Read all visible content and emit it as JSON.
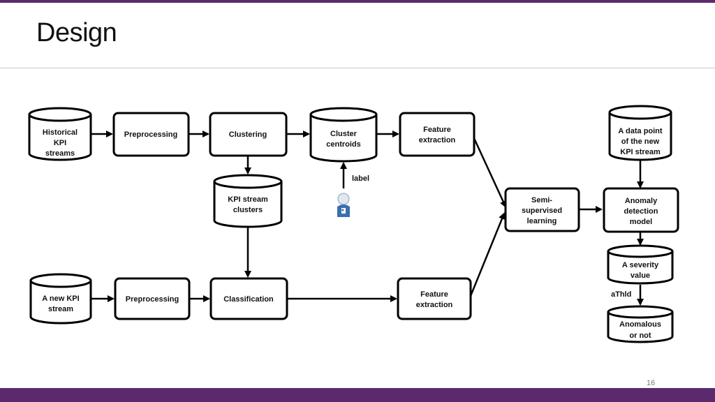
{
  "slide": {
    "title": "Design",
    "page_number": "16",
    "accent_color": "#5b2a6e"
  },
  "diagram": {
    "nodes": {
      "historical_kpi": {
        "label": [
          "Historical",
          "KPI",
          "streams"
        ],
        "shape": "cylinder"
      },
      "preprocessing_top": {
        "label": [
          "Preprocessing"
        ],
        "shape": "rounded-rect"
      },
      "clustering": {
        "label": [
          "Clustering"
        ],
        "shape": "rounded-rect"
      },
      "cluster_centroids": {
        "label": [
          "Cluster",
          "centroids"
        ],
        "shape": "cylinder"
      },
      "feature_extraction_top": {
        "label": [
          "Feature",
          "extraction"
        ],
        "shape": "rounded-rect"
      },
      "kpi_stream_clusters": {
        "label": [
          "KPI stream",
          "clusters"
        ],
        "shape": "cylinder"
      },
      "new_kpi_stream": {
        "label": [
          "A new KPI",
          "stream"
        ],
        "shape": "cylinder"
      },
      "preprocessing_bottom": {
        "label": [
          "Preprocessing"
        ],
        "shape": "rounded-rect"
      },
      "classification": {
        "label": [
          "Classification"
        ],
        "shape": "rounded-rect"
      },
      "feature_extraction_bottom": {
        "label": [
          "Feature",
          "extraction"
        ],
        "shape": "rounded-rect"
      },
      "semi_supervised": {
        "label": [
          "Semi-",
          "supervised",
          "learning"
        ],
        "shape": "rounded-rect"
      },
      "new_data_point": {
        "label": [
          "A data point",
          "of the new",
          "KPI stream"
        ],
        "shape": "cylinder"
      },
      "anomaly_model": {
        "label": [
          "Anomaly",
          "detection",
          "model"
        ],
        "shape": "rounded-rect"
      },
      "severity_value": {
        "label": [
          "A severity",
          "value"
        ],
        "shape": "cylinder"
      },
      "anomalous_or_not": {
        "label": [
          "Anomalous",
          "or not"
        ],
        "shape": "cylinder"
      }
    },
    "edge_labels": {
      "label": "label",
      "athld": "aThld"
    },
    "icons": {
      "operator": "person-icon"
    }
  }
}
